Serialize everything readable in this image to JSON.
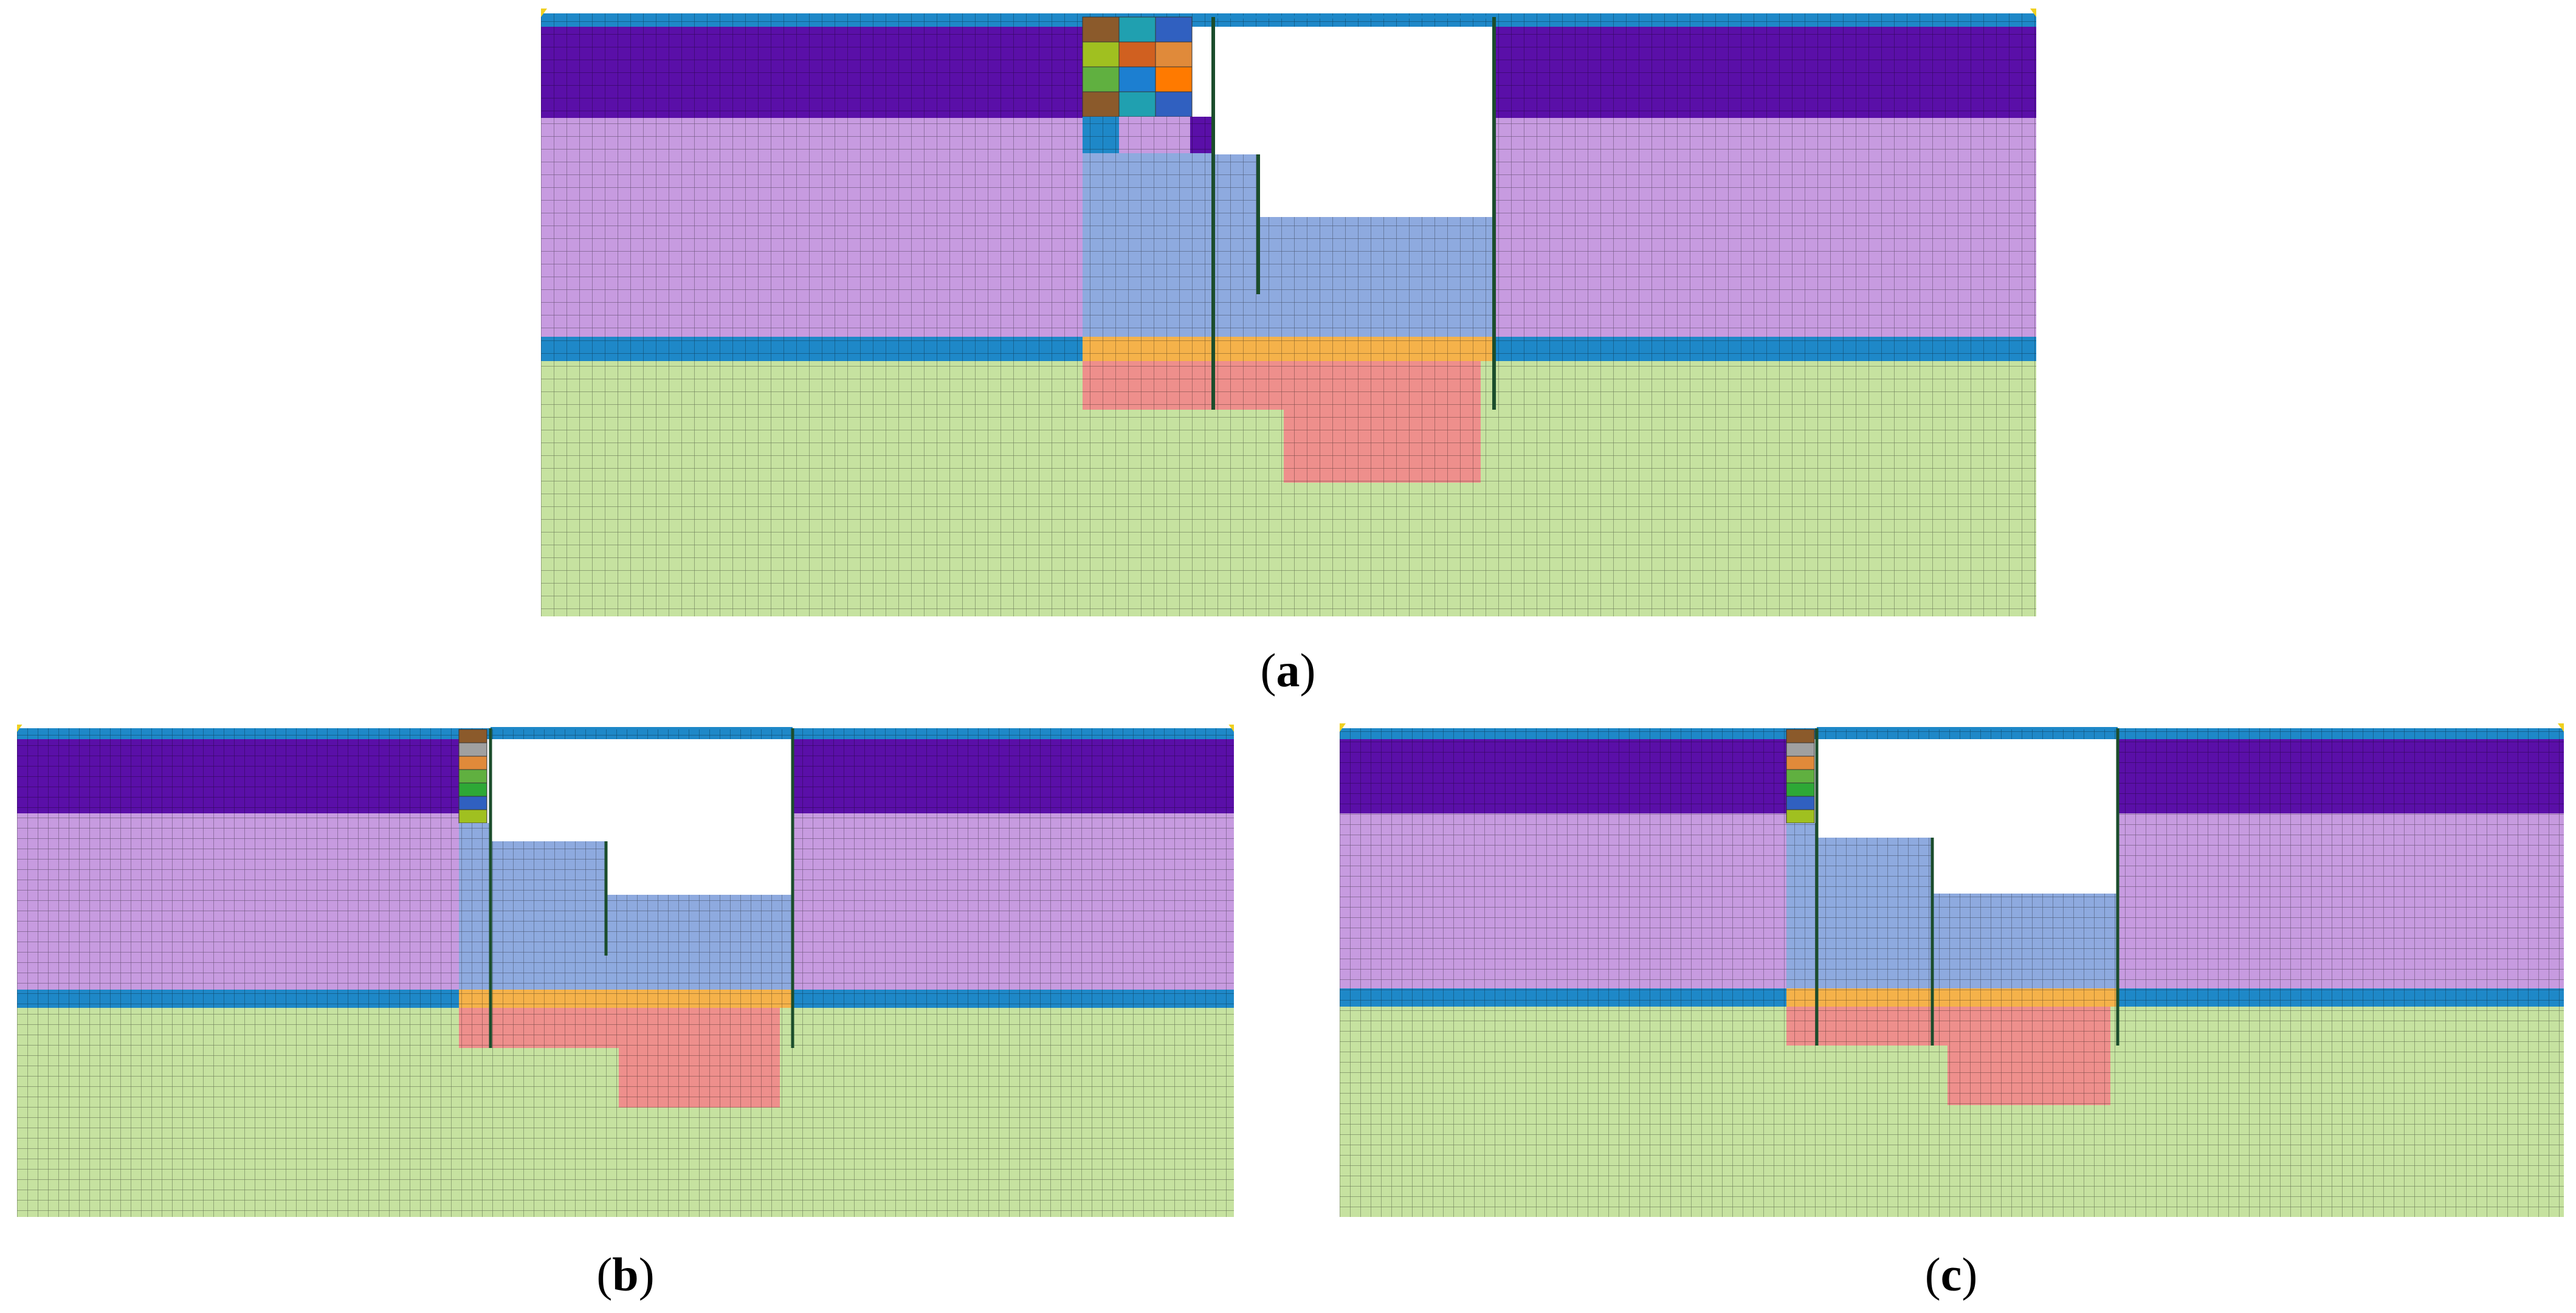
{
  "figure": {
    "panels": [
      {
        "id": "a",
        "label": "a",
        "variant": "single-wall-with-cells"
      },
      {
        "id": "b",
        "label": "b",
        "variant": "single-wall-narrow"
      },
      {
        "id": "c",
        "label": "c",
        "variant": "double-wall"
      }
    ],
    "colors": {
      "top_strip": "#1e88c8",
      "dark_purple": "#5a0fa8",
      "light_purple": "#c79be0",
      "soft_blue": "#8eaadf",
      "sand_strip": "#1e88c8",
      "orange": "#f5b24a",
      "salmon": "#ee8f8c",
      "green": "#c6e2a0",
      "wall": "#1b4d2c",
      "mesh": "rgba(0,0,0,0.45)",
      "anchor": "#f0d020",
      "cell_palette": [
        "#8b5a2b",
        "#1c7fd1",
        "#e08a3a",
        "#f0a0c8",
        "#2ea836",
        "#e05a9a",
        "#a0c020",
        "#20a0b0",
        "#ff7a00",
        "#15305a",
        "#a0a0a0",
        "#c03030",
        "#60b040",
        "#d06020",
        "#3060c0",
        "#c8c8c8",
        "#1e88c8",
        "#5a0fa8"
      ]
    }
  }
}
